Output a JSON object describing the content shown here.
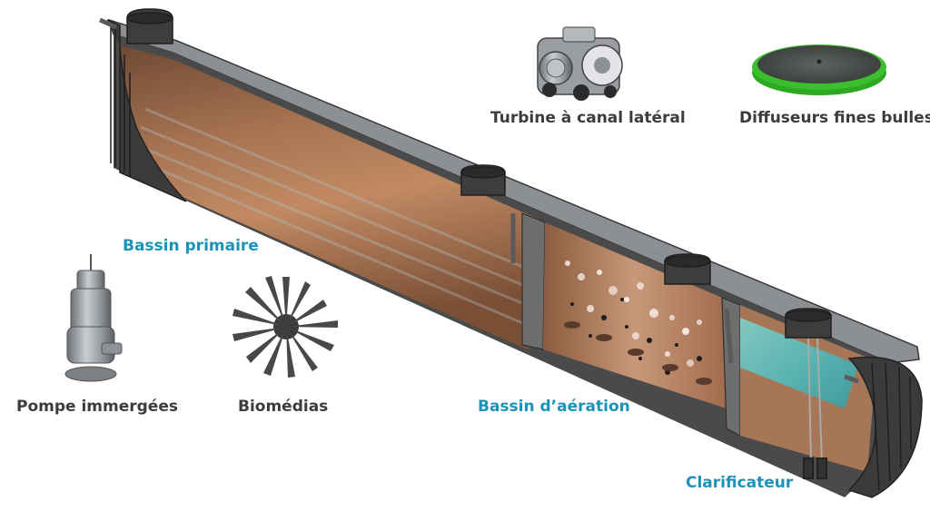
{
  "labels": {
    "turbine": "Turbine à canal latéral",
    "diffuseurs": "Diffuseurs fines bulles",
    "bassin_primaire": "Bassin primaire",
    "pompe": "Pompe immergées",
    "biomedias": "Biomédias",
    "bassin_aeration": "Bassin d’aération",
    "clarificateur": "Clarificateur"
  },
  "colors": {
    "label_dark": "#3c3c3c",
    "label_blue": "#1b93b8",
    "tank_wall": "#3a3a3a",
    "tank_inner": "#9a6a4a",
    "clarifier_water": "#5ec9cc",
    "diffuser_green": "#3bbf2e"
  }
}
